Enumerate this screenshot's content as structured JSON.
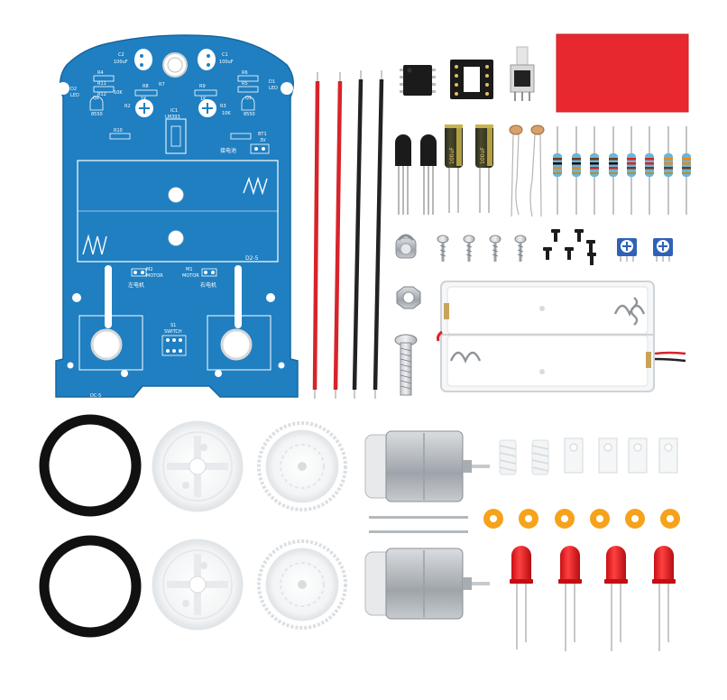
{
  "pcb": {
    "labels": {
      "c2": "C2",
      "c2v": "100uF",
      "c1": "C1",
      "c1v": "100uF",
      "r4": "R4",
      "r11": "R11",
      "r12": "R12",
      "r6": "R6",
      "r5": "R5",
      "d2": "D2",
      "led2": "LED",
      "d1": "D1",
      "led1": "LED",
      "r7": "R7",
      "r8": "R8",
      "r9": "R9",
      "k10a": "10K",
      "k1a": "1K",
      "k1b": "1K",
      "k10b": "10K",
      "r3": "R3",
      "r2": "R2",
      "ic1": "IC1",
      "lm393": "LM393",
      "q1": "Q1",
      "q1v": "8550",
      "q2": "Q2",
      "q2v": "8550",
      "r10": "R10",
      "bt1": "BT1",
      "bt1v": "3V",
      "battery": "接电池",
      "m2": "M2",
      "motor2": "MOTOR",
      "left_motor": "左电机",
      "m1": "M1",
      "motor1": "MOTOR",
      "right_motor": "右电机",
      "s1": "S1",
      "switch": "SWITCH",
      "board_code": "D2-5",
      "board_code_bottom": "DC-5"
    }
  },
  "capacitor_label": "100uF",
  "colors": {
    "pcb_blue": "#1f7fc1",
    "wire_red": "#d8232a",
    "wire_black": "#222222",
    "tape_red": "#e8282f",
    "led_red": "#e01818",
    "tire_black": "#111111",
    "spacer_orange": "#f6a21b"
  }
}
